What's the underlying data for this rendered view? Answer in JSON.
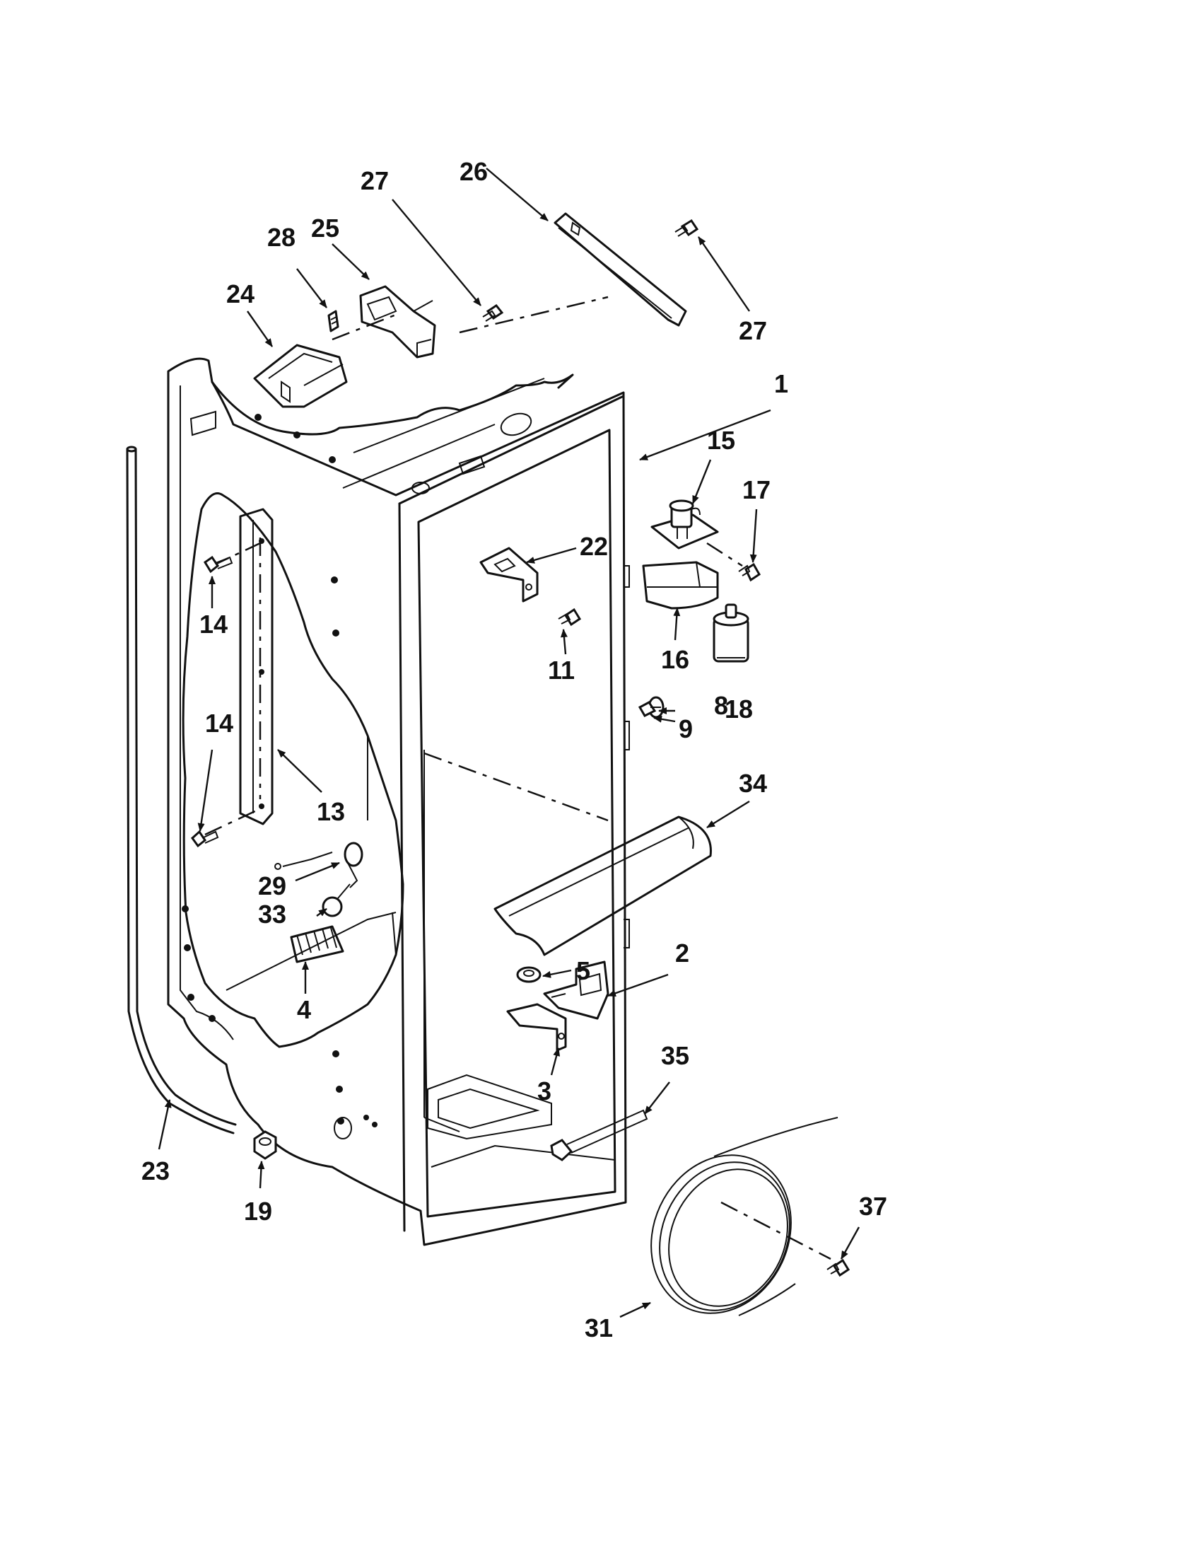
{
  "callouts": [
    {
      "id": "c1",
      "label": "1"
    },
    {
      "id": "c2",
      "label": "2"
    },
    {
      "id": "c3",
      "label": "3"
    },
    {
      "id": "c4",
      "label": "4"
    },
    {
      "id": "c5",
      "label": "5"
    },
    {
      "id": "c8",
      "label": "8"
    },
    {
      "id": "c9",
      "label": "9"
    },
    {
      "id": "c11",
      "label": "11"
    },
    {
      "id": "c13",
      "label": "13"
    },
    {
      "id": "c14a",
      "label": "14"
    },
    {
      "id": "c14b",
      "label": "14"
    },
    {
      "id": "c15",
      "label": "15"
    },
    {
      "id": "c16",
      "label": "16"
    },
    {
      "id": "c17",
      "label": "17"
    },
    {
      "id": "c18",
      "label": "18"
    },
    {
      "id": "c19",
      "label": "19"
    },
    {
      "id": "c22",
      "label": "22"
    },
    {
      "id": "c23",
      "label": "23"
    },
    {
      "id": "c24",
      "label": "24"
    },
    {
      "id": "c25",
      "label": "25"
    },
    {
      "id": "c26",
      "label": "26"
    },
    {
      "id": "c27a",
      "label": "27"
    },
    {
      "id": "c27b",
      "label": "27"
    },
    {
      "id": "c28",
      "label": "28"
    },
    {
      "id": "c29",
      "label": "29"
    },
    {
      "id": "c31",
      "label": "31"
    },
    {
      "id": "c33",
      "label": "33"
    },
    {
      "id": "c34",
      "label": "34"
    },
    {
      "id": "c35",
      "label": "35"
    },
    {
      "id": "c37",
      "label": "37"
    }
  ],
  "colors": {
    "ink": "#111111",
    "paper": "#ffffff"
  }
}
